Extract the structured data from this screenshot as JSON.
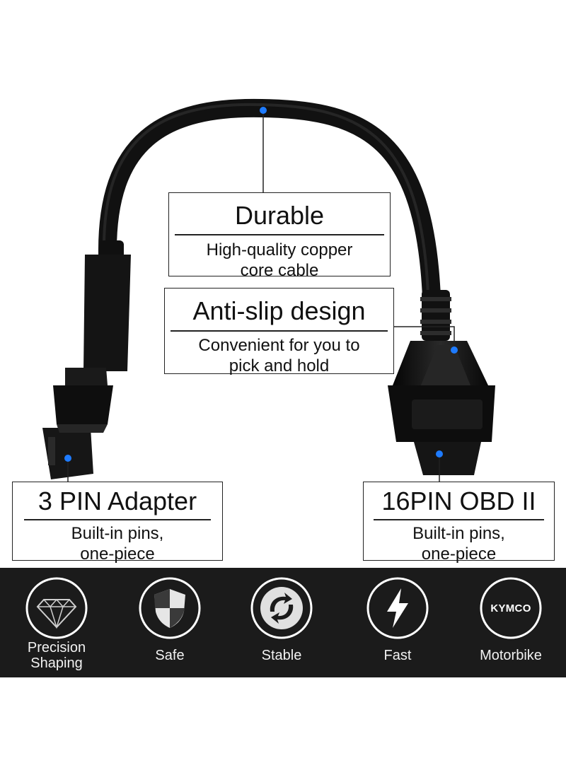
{
  "callouts": {
    "durable": {
      "title": "Durable",
      "desc_line1": "High-quality copper",
      "desc_line2": "core cable"
    },
    "antislip": {
      "title": "Anti-slip design",
      "desc_line1": "Convenient for you to",
      "desc_line2": "pick and hold"
    },
    "pin3": {
      "title": "3 PIN Adapter",
      "desc_line1": "Built-in pins,",
      "desc_line2": "one-piece"
    },
    "pin16": {
      "title": "16PIN OBD II",
      "desc_line1": "Built-in pins,",
      "desc_line2": "one-piece"
    }
  },
  "features": [
    {
      "label_line1": "Precision",
      "label_line2": "Shaping",
      "icon": "diamond-icon"
    },
    {
      "label_line1": "Safe",
      "icon": "shield-icon"
    },
    {
      "label_line1": "Stable",
      "icon": "recycle-arrows-icon"
    },
    {
      "label_line1": "Fast",
      "icon": "lightning-icon"
    },
    {
      "label_line1": "Motorbike",
      "icon": "kymco-logo",
      "logo_text": "KYMCO"
    }
  ],
  "colors": {
    "marker_blue": "#1e7bff",
    "band_background": "#1b1b1b",
    "cable_black": "#111111"
  }
}
